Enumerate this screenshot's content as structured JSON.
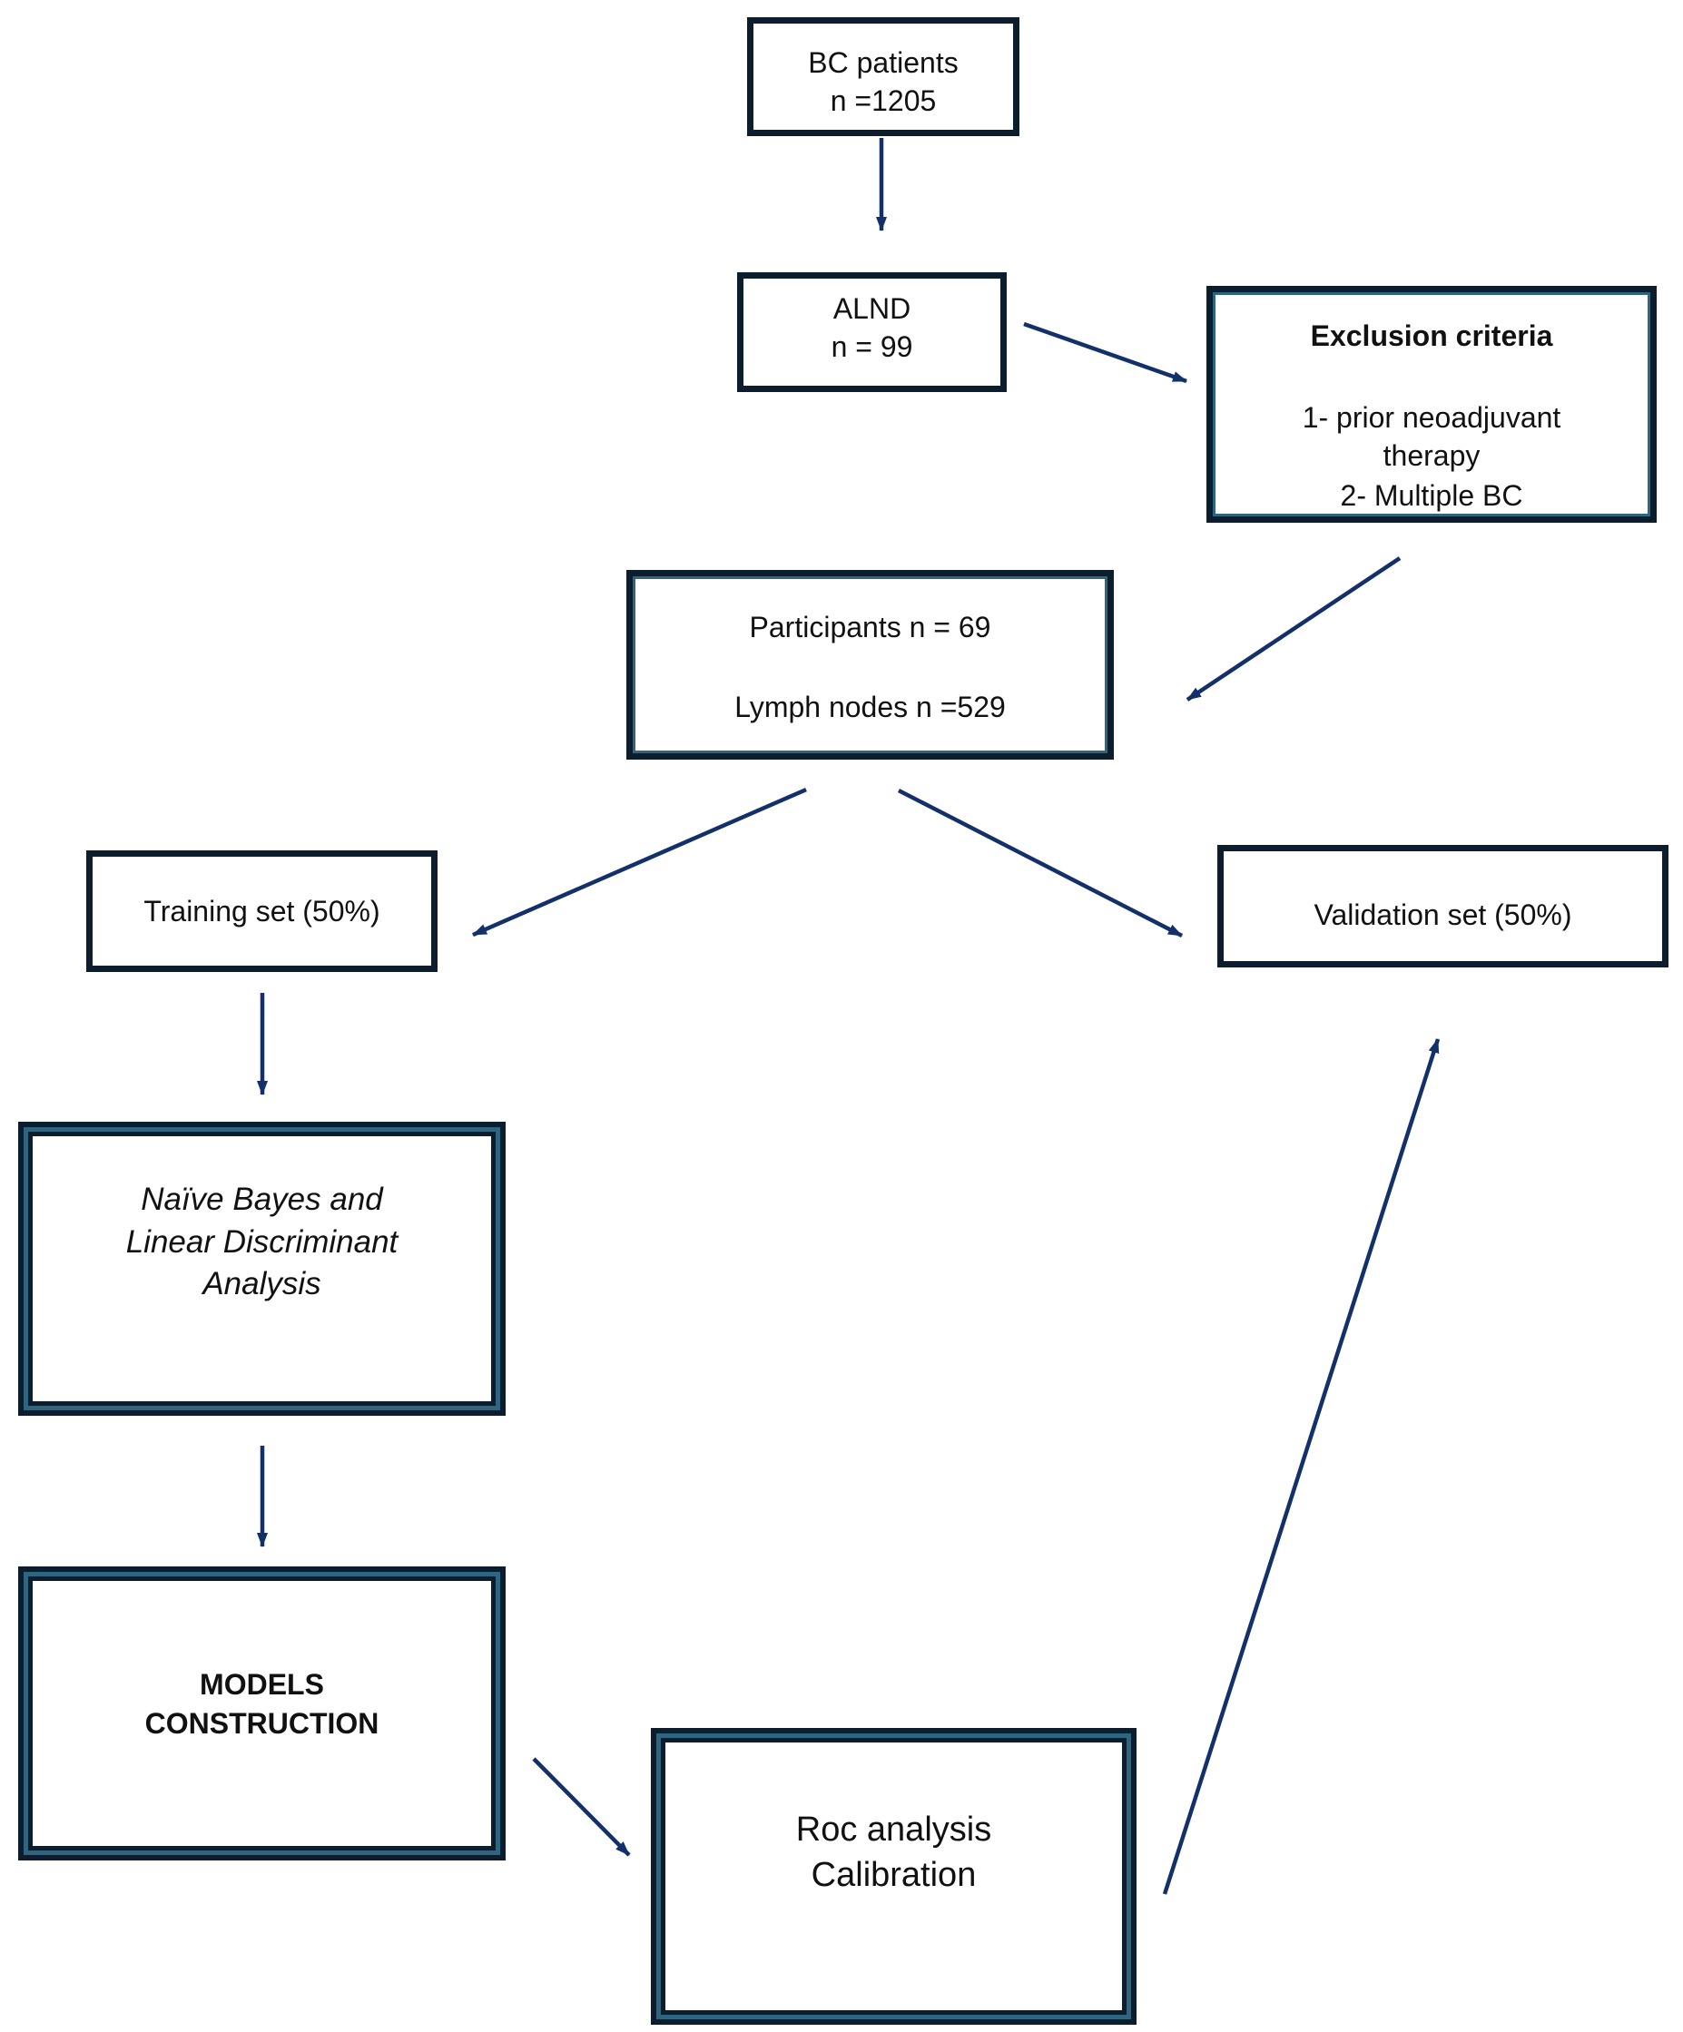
{
  "boxes": {
    "bc_patients": {
      "line1": "BC patients",
      "line2": "n =1205"
    },
    "alnd": {
      "line1": "ALND",
      "line2": "n = 99"
    },
    "exclusion": {
      "title": "Exclusion criteria",
      "item1_a": "1- prior neoadjuvant",
      "item1_b": "therapy",
      "item2": "2- Multiple BC"
    },
    "participants": {
      "line1": "Participants n = 69",
      "line2": "Lymph nodes n =529"
    },
    "training": {
      "label": "Training set (50%)"
    },
    "validation": {
      "label": "Validation set (50%)"
    },
    "methods": {
      "line1": "Naïve Bayes and",
      "line2": "Linear Discriminant",
      "line3": "Analysis"
    },
    "models": {
      "line1": "MODELS",
      "line2": "CONSTRUCTION"
    },
    "roc": {
      "line1": "Roc analysis",
      "line2": "Calibration"
    }
  },
  "colors": {
    "border": "#0c1d2d",
    "border_accent": "#2e6682",
    "arrow": "#13306b"
  }
}
